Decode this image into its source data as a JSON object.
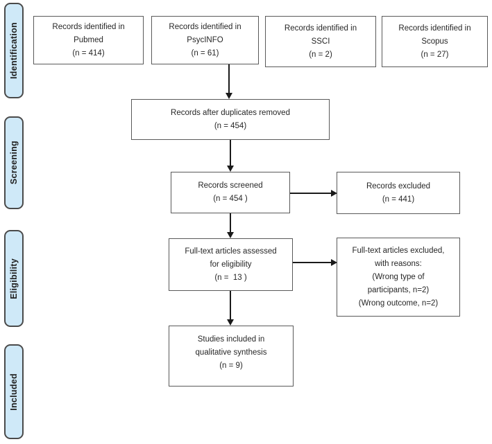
{
  "colors": {
    "stage_fill": "#cfe9f8",
    "stage_border": "#4a4a4a",
    "box_border": "#595959",
    "arrow": "#1a1a1a",
    "text": "#262626"
  },
  "stages": [
    {
      "label": "Identification"
    },
    {
      "label": "Screening"
    },
    {
      "label": "Eligibility"
    },
    {
      "label": "Included"
    }
  ],
  "boxes": {
    "pubmed": {
      "lines": [
        "Records identified in",
        "Pubmed",
        "(n = 414)"
      ]
    },
    "psycinfo": {
      "lines": [
        "Records identified in",
        "PsycINFO",
        "(n = 61)"
      ]
    },
    "ssci": {
      "lines": [
        "Records identified in",
        "SSCI",
        "(n = 2)"
      ]
    },
    "scopus": {
      "lines": [
        "Records identified in",
        "Scopus",
        "(n = 27)"
      ]
    },
    "duplicates": {
      "lines": [
        "Records after duplicates removed",
        "(n = 454)"
      ]
    },
    "screened": {
      "lines": [
        "Records screened",
        "(n = 454 )"
      ]
    },
    "excluded": {
      "lines": [
        "Records excluded",
        "(n = 441)"
      ]
    },
    "fulltext": {
      "lines": [
        "Full-text articles assessed",
        "for eligibility",
        "(n =  13 )"
      ]
    },
    "fulltext_excluded": {
      "lines": [
        "Full-text articles excluded,",
        "with reasons:",
        "(Wrong type of",
        "participants, n=2)",
        "(Wrong outcome, n=2)"
      ]
    },
    "included_studies": {
      "lines": [
        "Studies included in",
        "qualitative synthesis",
        "(n = 9)"
      ]
    }
  }
}
